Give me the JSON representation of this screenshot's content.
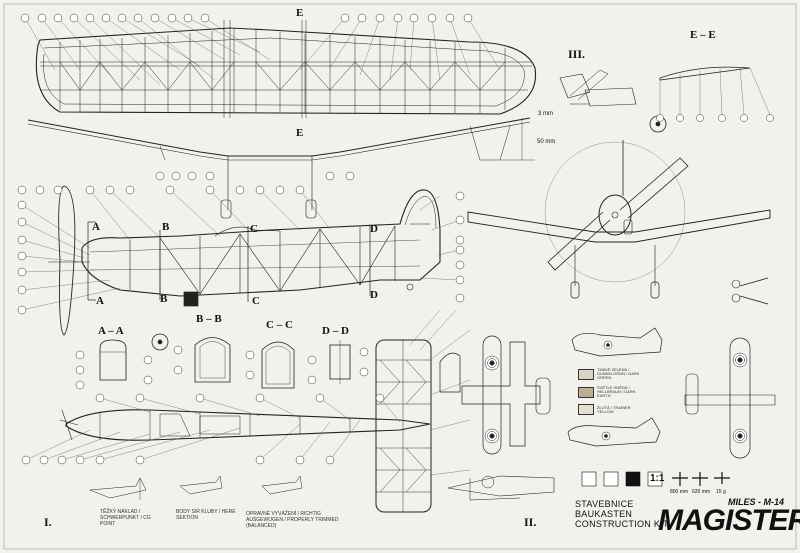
{
  "sheet": {
    "title": "MAGISTER",
    "series": "MILES - M-14",
    "kit_lines": [
      "STAVEBNICE",
      "BAUKASTEN",
      "CONSTRUCTION KIT"
    ],
    "scale": "1:1",
    "stats": [
      "800 mm",
      "620 mm",
      "15 g"
    ]
  },
  "sections": {
    "e_e_top": "E",
    "e_e_bottom": "E",
    "e_e": "E – E",
    "a_a": "A – A",
    "b_b": "B – B",
    "c_c": "C – C",
    "d_d": "D – D",
    "a_top": "A",
    "a_bot": "A",
    "b_top": "B",
    "b_bot": "B",
    "c_top": "C",
    "c_bot": "C",
    "d_top": "D",
    "d_bot": "D"
  },
  "roman": {
    "i": "I.",
    "ii": "II.",
    "iii": "III."
  },
  "dimensions": {
    "gap": "3 mm",
    "dihedral": "50 mm"
  },
  "legend": [
    {
      "color": "#d9d4c6",
      "text": "TMAVĚ ZELENÁ / DUNKELGRÜN / DARK GREEN"
    },
    {
      "color": "#bcae93",
      "text": "SVĚTLE HNĚDÁ / HELLBRAUN / DARK EARTH"
    },
    {
      "color": "#e6dfcf",
      "text": "ŽLUTÁ / TRAINER YELLOW"
    }
  ],
  "notes": [
    "TĚŽKÝ NÁKLAD / SCHWERPUNKT / CG POINT",
    "BODY SIR KLUBY / HERE SEKTION",
    "OPRAVNÉ VYVÁŽENÍ / RICHTIG AUSGEWOGEN / PROPERLY TRIMMED (BALANCED)"
  ]
}
